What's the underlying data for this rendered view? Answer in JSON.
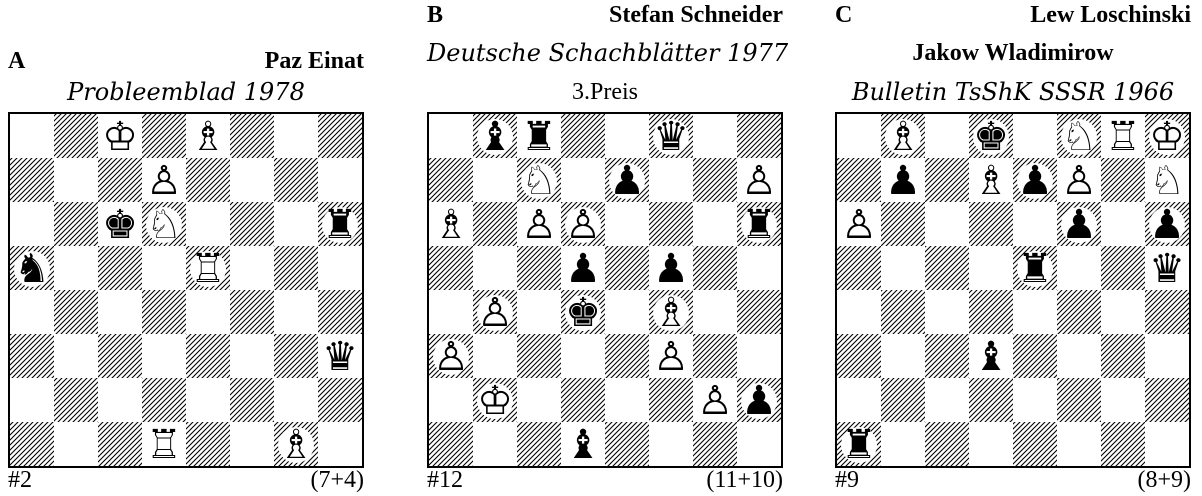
{
  "problems": [
    {
      "letter": "A",
      "authors": [
        "Paz Einat"
      ],
      "source": "Probleemblad 1978",
      "award": "",
      "stipulation": "#2",
      "count": "(7+4)",
      "pieces": [
        {
          "sq": "c8",
          "p": "K"
        },
        {
          "sq": "e8",
          "p": "B"
        },
        {
          "sq": "d7",
          "p": "P"
        },
        {
          "sq": "c6",
          "p": "k"
        },
        {
          "sq": "d6",
          "p": "N"
        },
        {
          "sq": "h6",
          "p": "r"
        },
        {
          "sq": "a5",
          "p": "n"
        },
        {
          "sq": "e5",
          "p": "R"
        },
        {
          "sq": "h3",
          "p": "q"
        },
        {
          "sq": "d1",
          "p": "R"
        },
        {
          "sq": "g1",
          "p": "B"
        }
      ]
    },
    {
      "letter": "B",
      "authors": [
        "Stefan Schneider"
      ],
      "source": "Deutsche Schachblätter 1977",
      "award": "3.Preis",
      "stipulation": "#12",
      "count": "(11+10)",
      "pieces": [
        {
          "sq": "b8",
          "p": "b"
        },
        {
          "sq": "c8",
          "p": "r"
        },
        {
          "sq": "f8",
          "p": "q"
        },
        {
          "sq": "c7",
          "p": "N"
        },
        {
          "sq": "e7",
          "p": "p"
        },
        {
          "sq": "h7",
          "p": "P"
        },
        {
          "sq": "a6",
          "p": "B"
        },
        {
          "sq": "c6",
          "p": "P"
        },
        {
          "sq": "d6",
          "p": "P"
        },
        {
          "sq": "h6",
          "p": "r"
        },
        {
          "sq": "d5",
          "p": "p"
        },
        {
          "sq": "f5",
          "p": "p"
        },
        {
          "sq": "b4",
          "p": "P"
        },
        {
          "sq": "d4",
          "p": "k"
        },
        {
          "sq": "f4",
          "p": "B"
        },
        {
          "sq": "a3",
          "p": "P"
        },
        {
          "sq": "f3",
          "p": "P"
        },
        {
          "sq": "b2",
          "p": "K"
        },
        {
          "sq": "g2",
          "p": "P"
        },
        {
          "sq": "h2",
          "p": "p"
        },
        {
          "sq": "d1",
          "p": "b"
        }
      ]
    },
    {
      "letter": "C",
      "authors": [
        "Lew Loschinski",
        "Jakow Wladimirow"
      ],
      "source": "Bulletin TsShK SSSR 1966",
      "award": "",
      "stipulation": "#9",
      "count": "(8+9)",
      "pieces": [
        {
          "sq": "b8",
          "p": "B"
        },
        {
          "sq": "d8",
          "p": "k"
        },
        {
          "sq": "f8",
          "p": "N"
        },
        {
          "sq": "g8",
          "p": "R"
        },
        {
          "sq": "h8",
          "p": "K"
        },
        {
          "sq": "b7",
          "p": "p"
        },
        {
          "sq": "d7",
          "p": "B"
        },
        {
          "sq": "e7",
          "p": "p"
        },
        {
          "sq": "f7",
          "p": "P"
        },
        {
          "sq": "h7",
          "p": "N"
        },
        {
          "sq": "a6",
          "p": "P"
        },
        {
          "sq": "f6",
          "p": "p"
        },
        {
          "sq": "h6",
          "p": "p"
        },
        {
          "sq": "e5",
          "p": "r"
        },
        {
          "sq": "h5",
          "p": "q"
        },
        {
          "sq": "d3",
          "p": "b"
        },
        {
          "sq": "a1",
          "p": "r"
        }
      ]
    }
  ]
}
